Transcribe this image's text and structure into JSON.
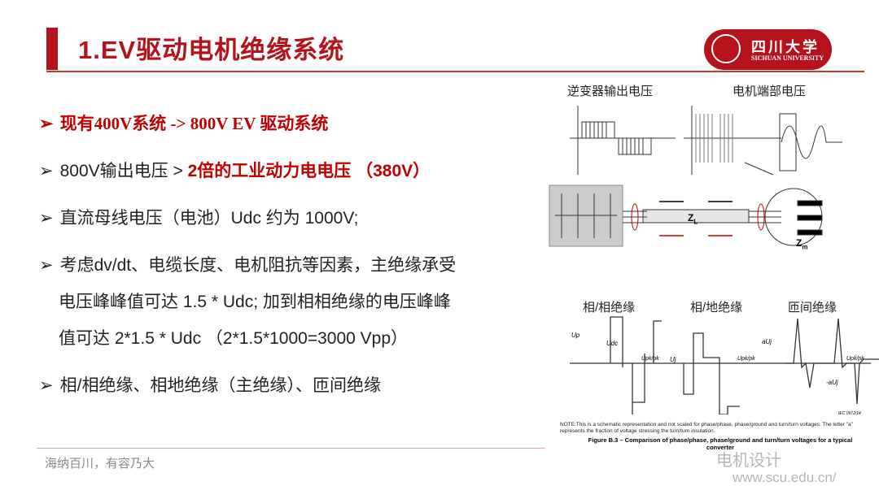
{
  "title": "1.EV驱动电机绝缘系统",
  "logo": {
    "cn": "四川大学",
    "en": "SICHUAN UNIVERSITY"
  },
  "bullets": [
    {
      "arrow": "➢",
      "text": "现有400V系统 -> 800V EV 驱动系统"
    },
    {
      "arrow": "➢",
      "text": "800V输出电压 > ",
      "highlight": "2倍的工业动力电电压 （380V）"
    },
    {
      "arrow": "➢",
      "text": "直流母线电压（电池）Udc 约为 1000V;"
    },
    {
      "arrow": "➢",
      "lines": [
        "考虑dv/dt、电缆长度、电机阻抗等因素，主绝缘承受",
        "电压峰峰值可达 1.5 * Udc; 加到相相绝缘的电压峰峰",
        "值可达 2*1.5 * Udc （2*1.5*1000=3000 Vpp）"
      ]
    },
    {
      "arrow": "➢",
      "text": "相/相绝缘、相地绝缘（主绝缘）、匝间绝缘"
    }
  ],
  "figure_top": {
    "left_label": "逆变器输出电压",
    "right_label": "电机端部电压",
    "zl": "Z",
    "zl_sub": "L",
    "zm": "Z",
    "zm_sub": "m"
  },
  "figure_bottom": {
    "labels": [
      "相/相绝缘",
      "相/地绝缘",
      "匝间绝缘"
    ],
    "symbols": [
      "Up",
      "Udc",
      "Upk/pk",
      "Uj",
      "Upk/pk",
      "aUj",
      "-aUj",
      "Upk/pk"
    ],
    "iec": "IEC 0972/14",
    "note": "NOTE This is a schematic representation and not scaled for phase/phase, phase/ground and turn/turn voltages. The letter \"a\" represents the fraction of voltage stressing the turn/turn insulation.",
    "caption": "Figure B.3 – Comparison of phase/phase, phase/ground and turn/turn voltages for a typical converter"
  },
  "watermark": {
    "line1": "电机设计",
    "line2": "www.scu.edu.cn/"
  },
  "footer": "海纳百川，有容乃大",
  "colors": {
    "accent": "#b5121b",
    "highlight": "#c00000"
  }
}
